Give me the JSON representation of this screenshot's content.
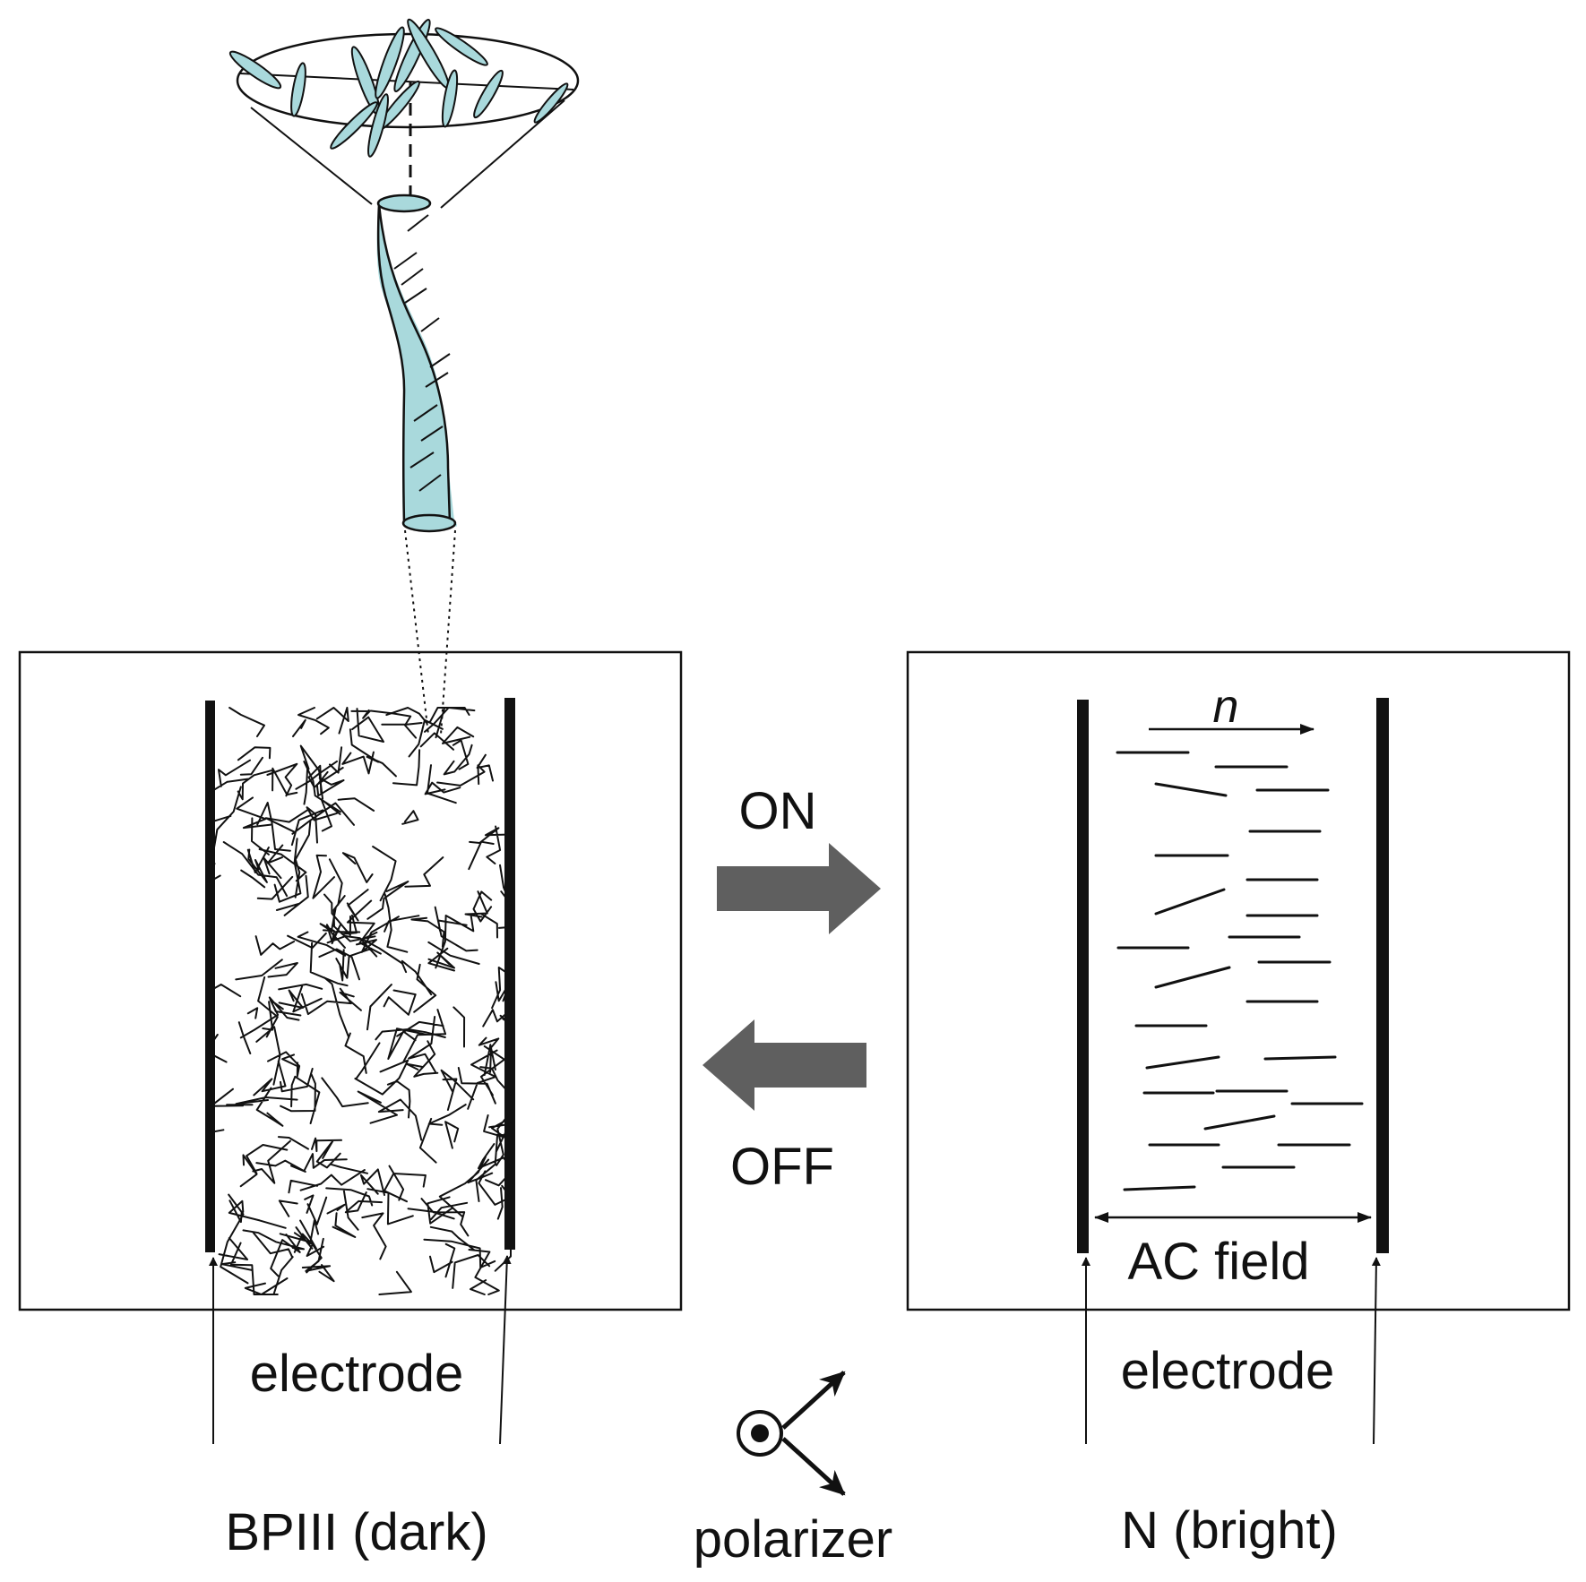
{
  "labels": {
    "on": "ON",
    "off": "OFF",
    "director": "n",
    "ac_field": "AC field",
    "electrode_left": "electrode",
    "electrode_right": "electrode",
    "state_left": "BPIII (dark)",
    "state_right": "N (bright)",
    "polarizer": "polarizer"
  },
  "colors": {
    "line": "#111111",
    "arrow_fill": "#5f5f5f",
    "tube_fill": "#a9d9dc",
    "ellipse_fill": "#a9d9dc"
  },
  "icons": {
    "polarizer": "polarizer-symbol-icon"
  }
}
